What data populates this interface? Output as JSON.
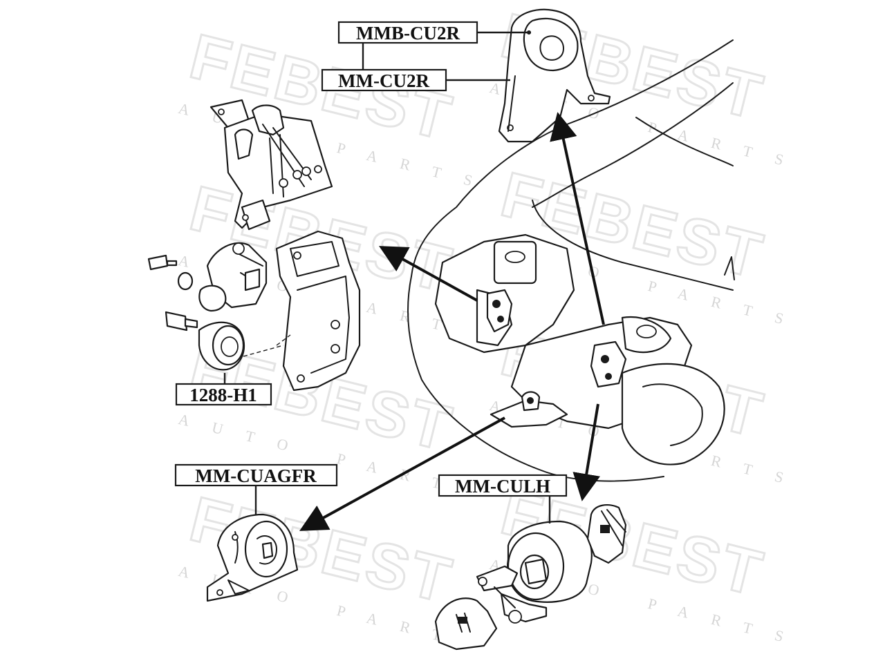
{
  "watermark": {
    "brand": "FEBEST",
    "tagline": "AUTO PARTS"
  },
  "labels": {
    "mmb_cu2r": "MMB-CU2R",
    "mm_cu2r": "MM-CU2R",
    "h1288": "1288-H1",
    "mm_cuagfr": "MM-CUAGFR",
    "mm_culh": "MM-CULH"
  },
  "colors": {
    "line": "#1a1a1a",
    "watermark": "#e4e4e4",
    "background": "#ffffff"
  }
}
